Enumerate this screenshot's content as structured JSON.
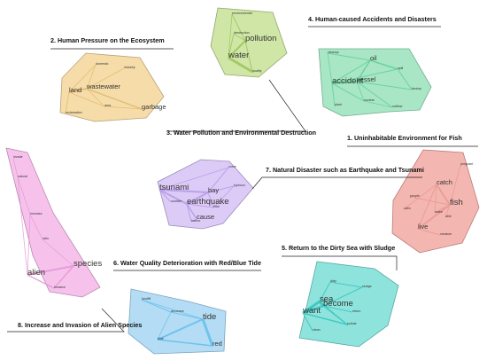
{
  "topics": [
    {
      "title": "1. Uninhabitable Environment for Fish",
      "fill": "#f4b6b0",
      "stroke": "#b97d78",
      "edge": "#e89a92",
      "words": [
        {
          "text": "catch",
          "size": "md"
        },
        {
          "text": "fish",
          "size": "lg"
        },
        {
          "text": "live",
          "size": "md"
        },
        {
          "text": "pregnant",
          "size": "xs"
        },
        {
          "text": "people",
          "size": "xs"
        },
        {
          "text": "make",
          "size": "xs"
        },
        {
          "text": "able",
          "size": "xs"
        },
        {
          "text": "creature",
          "size": "xs"
        },
        {
          "text": "calm",
          "size": "xs"
        }
      ]
    },
    {
      "title": "2. Human Pressure on the Ecosystem",
      "fill": "#f5dca8",
      "stroke": "#b8a37a",
      "edge": "#e0b870",
      "words": [
        {
          "text": "domestic",
          "size": "xs"
        },
        {
          "text": "industry",
          "size": "xs"
        },
        {
          "text": "land",
          "size": "md"
        },
        {
          "text": "wastewater",
          "size": "md"
        },
        {
          "text": "area",
          "size": "xs"
        },
        {
          "text": "reclamation",
          "size": "xs"
        },
        {
          "text": "garbage",
          "size": "md"
        }
      ]
    },
    {
      "title": "3. Water Pollution and Environmental Destruction",
      "fill": "#cfe6a6",
      "stroke": "#8fa86a",
      "edge": "#9cc45a",
      "words": [
        {
          "text": "environmental",
          "size": "xs"
        },
        {
          "text": "destruction",
          "size": "xs"
        },
        {
          "text": "pollution",
          "size": "lg"
        },
        {
          "text": "water",
          "size": "lg"
        },
        {
          "text": "quality",
          "size": "xs"
        }
      ]
    },
    {
      "title": "4. Human-caused Accidents and Disasters",
      "fill": "#a8e6c6",
      "stroke": "#6fae8e",
      "edge": "#5fcf98",
      "words": [
        {
          "text": "cleanup",
          "size": "xs"
        },
        {
          "text": "oil",
          "size": "md"
        },
        {
          "text": "spill",
          "size": "xs"
        },
        {
          "text": "accident",
          "size": "lg"
        },
        {
          "text": "vessel",
          "size": "md"
        },
        {
          "text": "factory",
          "size": "xs"
        },
        {
          "text": "nuclear",
          "size": "xs"
        },
        {
          "text": "plant",
          "size": "xs"
        },
        {
          "text": "outflow",
          "size": "xs"
        }
      ]
    },
    {
      "title": "5. Return to the Dirty Sea with Sludge",
      "fill": "#8ee4dc",
      "stroke": "#5aa8a0",
      "edge": "#34c4be",
      "words": [
        {
          "text": "dirty",
          "size": "xs"
        },
        {
          "text": "sludge",
          "size": "xs"
        },
        {
          "text": "sea",
          "size": "lg"
        },
        {
          "text": "become",
          "size": "lg"
        },
        {
          "text": "want",
          "size": "lg"
        },
        {
          "text": "return",
          "size": "xs"
        },
        {
          "text": "pollute",
          "size": "xs"
        },
        {
          "text": "clean",
          "size": "xs"
        }
      ]
    },
    {
      "title": "6. Water Quality Deterioration with Red/Blue Tide",
      "fill": "#b4dcf4",
      "stroke": "#7aa4c0",
      "edge": "#62c0ea",
      "words": [
        {
          "text": "landfill",
          "size": "xs"
        },
        {
          "text": "decrease",
          "size": "xs"
        },
        {
          "text": "tide",
          "size": "lg"
        },
        {
          "text": "blue",
          "size": "xs"
        },
        {
          "text": "red",
          "size": "md"
        }
      ]
    },
    {
      "title": "7. Natural Disaster such as Earthquake and Tsunami",
      "fill": "#dccbf6",
      "stroke": "#9c8cbc",
      "edge": "#b59ae8",
      "words": [
        {
          "text": "come",
          "size": "xs"
        },
        {
          "text": "typhoon",
          "size": "xs"
        },
        {
          "text": "tsunami",
          "size": "lg"
        },
        {
          "text": "bay",
          "size": "md"
        },
        {
          "text": "earthquake",
          "size": "lg"
        },
        {
          "text": "tidal",
          "size": "xs"
        },
        {
          "text": "number",
          "size": "xs"
        },
        {
          "text": "harbor",
          "size": "xs"
        },
        {
          "text": "cause",
          "size": "md"
        }
      ]
    },
    {
      "title": "8. Increase and Invasion of Alien Species",
      "fill": "#f6c2ec",
      "stroke": "#b98aae",
      "edge": "#e496d6",
      "words": [
        {
          "text": "invade",
          "size": "xs"
        },
        {
          "text": "natural",
          "size": "xs"
        },
        {
          "text": "increase",
          "size": "xs"
        },
        {
          "text": "ratio",
          "size": "xs"
        },
        {
          "text": "species",
          "size": "lg"
        },
        {
          "text": "alien",
          "size": "lg"
        },
        {
          "text": "invasive",
          "size": "xs"
        }
      ]
    }
  ]
}
